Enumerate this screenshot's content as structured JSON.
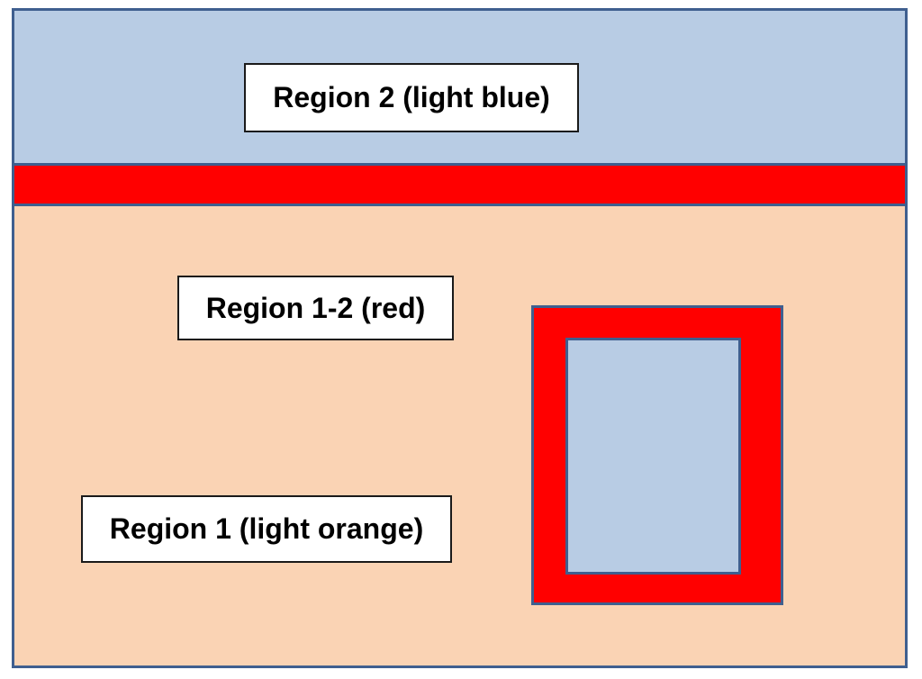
{
  "colors": {
    "light_blue": "#b8cce4",
    "light_orange": "#fad3b4",
    "red": "#ff0000",
    "outline": "#3f5f8f"
  },
  "labels": {
    "region_2": "Region 2 (light blue)",
    "region_1_2": "Region 1-2 (red)",
    "region_1": "Region 1 (light orange)"
  }
}
